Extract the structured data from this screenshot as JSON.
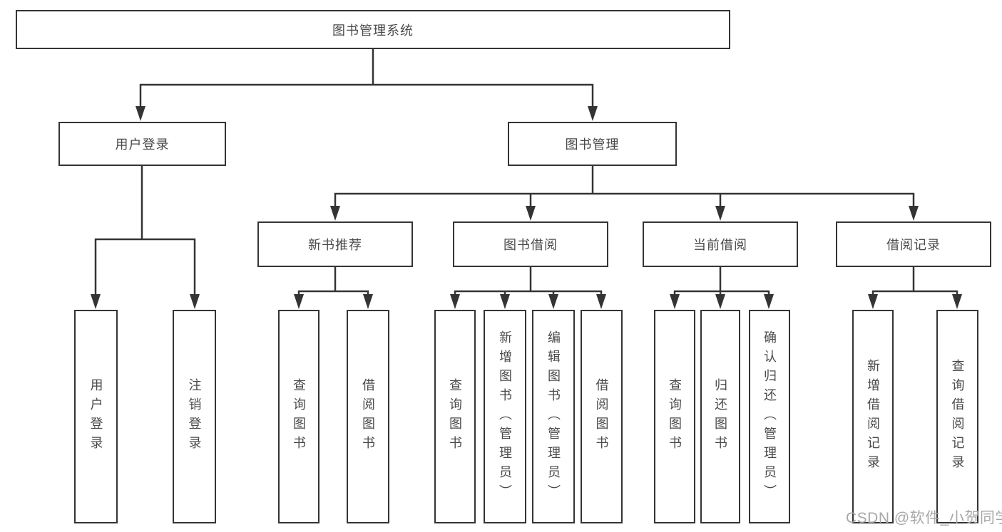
{
  "diagram": {
    "title_note": "library management system feature tree",
    "root": {
      "label": "图书管理系统"
    },
    "level2": [
      {
        "label": "用户登录"
      },
      {
        "label": "图书管理"
      }
    ],
    "level3": [
      {
        "label": "新书推荐"
      },
      {
        "label": "图书借阅"
      },
      {
        "label": "当前借阅"
      },
      {
        "label": "借阅记录"
      }
    ],
    "leaves": {
      "user_login": [
        "用户登录",
        "注销登录"
      ],
      "new_book": [
        "查询图书",
        "借阅图书"
      ],
      "book_borrow": [
        "查询图书",
        "新增图书（管理员）",
        "编辑图书（管理员）",
        "借阅图书"
      ],
      "current_borrow": [
        "查询图书",
        "归还图书",
        "确认归还（管理员）"
      ],
      "borrow_record": [
        "新增借阅记录",
        "查询借阅记录"
      ]
    }
  },
  "watermark": {
    "text": "CSDN @软件_小贺同学"
  },
  "colors": {
    "line": "#343434",
    "text": "#4a4a4a",
    "box_bg": "#ffffff",
    "watermark": "#a8a8a8",
    "background": "#ffffff"
  }
}
